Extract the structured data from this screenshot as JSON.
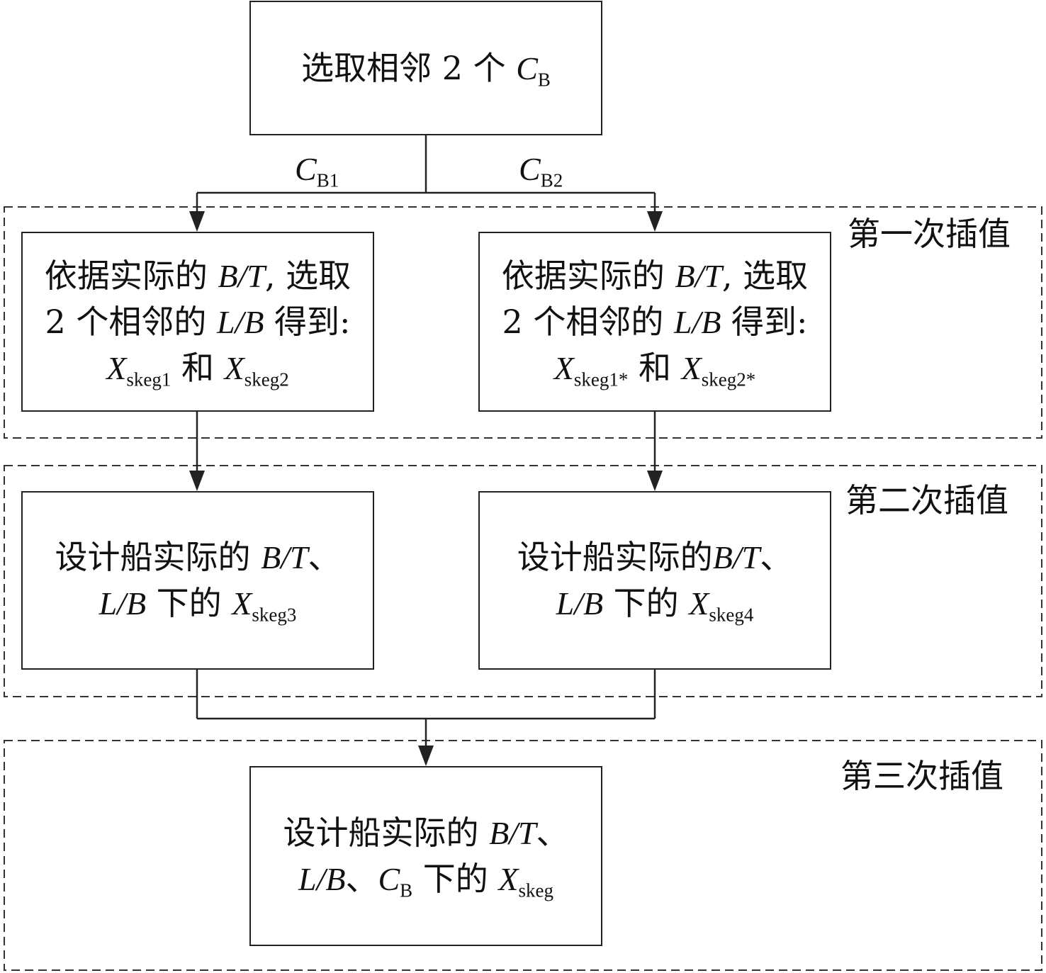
{
  "groups": {
    "first": "第一次插值",
    "second": "第二次插值",
    "third": "第三次插值"
  },
  "top_box": {
    "text": "选取相邻 2 个 ",
    "var": "C",
    "sub": "B"
  },
  "edge_labels": {
    "left": {
      "var": "C",
      "sub": "B1"
    },
    "right": {
      "var": "C",
      "sub": "B2"
    }
  },
  "box_a": {
    "line1_pre": "依据实际的 ",
    "line1_var": "B/T",
    "line1_post": ", 选取",
    "line2_pre": "2 个相邻的 ",
    "line2_var": "L/B",
    "line2_post": " 得到:",
    "x1_var": "X",
    "x1_sub": "skeg1",
    "and": " 和 ",
    "x2_var": "X",
    "x2_sub": "skeg2"
  },
  "box_b": {
    "line1_pre": "依据实际的 ",
    "line1_var": "B/T",
    "line1_post": ", 选取",
    "line2_pre": "2 个相邻的 ",
    "line2_var": "L/B",
    "line2_post": " 得到:",
    "x1_var": "X",
    "x1_sub": "skeg1*",
    "and": " 和 ",
    "x2_var": "X",
    "x2_sub": "skeg2*"
  },
  "box_c": {
    "line1_pre": "设计船实际的 ",
    "line1_var": "B/T",
    "line1_post": "、",
    "line2_var": "L/B",
    "line2_mid": " 下的 ",
    "x_var": "X",
    "x_sub": "skeg3"
  },
  "box_d": {
    "line1_pre": "设计船实际的",
    "line1_var": "B/T",
    "line1_post": "、",
    "line2_var": "L/B",
    "line2_mid": " 下的 ",
    "x_var": "X",
    "x_sub": "skeg4"
  },
  "box_e": {
    "line1_pre": "设计船实际的 ",
    "line1_var": "B/T",
    "line1_post": "、",
    "line2_var1": "L/B",
    "line2_sep": "、",
    "line2_var2": "C",
    "line2_sub2": "B",
    "line2_mid": " 下的 ",
    "x_var": "X",
    "x_sub": "skeg"
  }
}
